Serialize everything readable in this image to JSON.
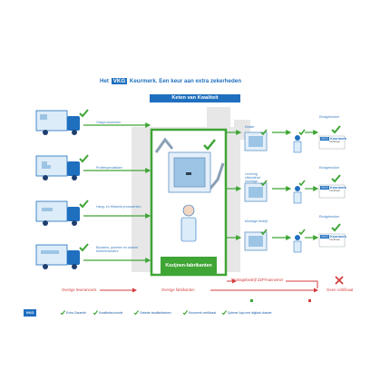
{
  "header": {
    "prefix": "Het",
    "brand": "VKG",
    "rest": "Keurmerk. Een keur aan extra zekerheden"
  },
  "banner": {
    "title": "Keten van Kwaliteit"
  },
  "suppliers": [
    {
      "label": "Glasproducenten"
    },
    {
      "label": "Profielspecialisten"
    },
    {
      "label": "Hang- en Hiltwerk producenten"
    },
    {
      "label": "Boosters, panelen en andere toeleveranciers"
    }
  ],
  "center": {
    "label": "Kozijnen-fabrikanten"
  },
  "outputs": [
    {
      "label": "Dealer",
      "end_label": "Eindgebruiker",
      "card_brand": "VKG",
      "card_text": "Keurmerk",
      "card_sub": "Certificaat"
    },
    {
      "label": "Levering Uitsluitend montage",
      "end_label": "Eindgebruiker",
      "card_brand": "VKG",
      "card_text": "Keurmerk",
      "card_sub": "Certificaat"
    },
    {
      "label": "Montage bedrijf",
      "end_label": "Eindgebruiker",
      "card_brand": "VKG",
      "card_text": "Keurmerk",
      "card_sub": "Certificaat"
    }
  ],
  "red_flow": {
    "montage": "Montagebedrijf ZZP/Aannemer",
    "overige_leveranciers": "Overige leveranciers",
    "overige_fabrikanten": "Overige fabrikanten",
    "geen_certificaat": "Geen certificaat"
  },
  "footer": {
    "logo_text": "VKG",
    "items": [
      "Extra Garantie",
      "Kwaliteitscontrole",
      "Geteste kwaliteitseisen",
      "Keurmerk certificaat",
      "Dplever App met digitaal dossier"
    ]
  },
  "colors": {
    "blue": "#1f6fbf",
    "green": "#3fa535",
    "red": "#d53c3c",
    "light_blue": "#dcecf8"
  }
}
